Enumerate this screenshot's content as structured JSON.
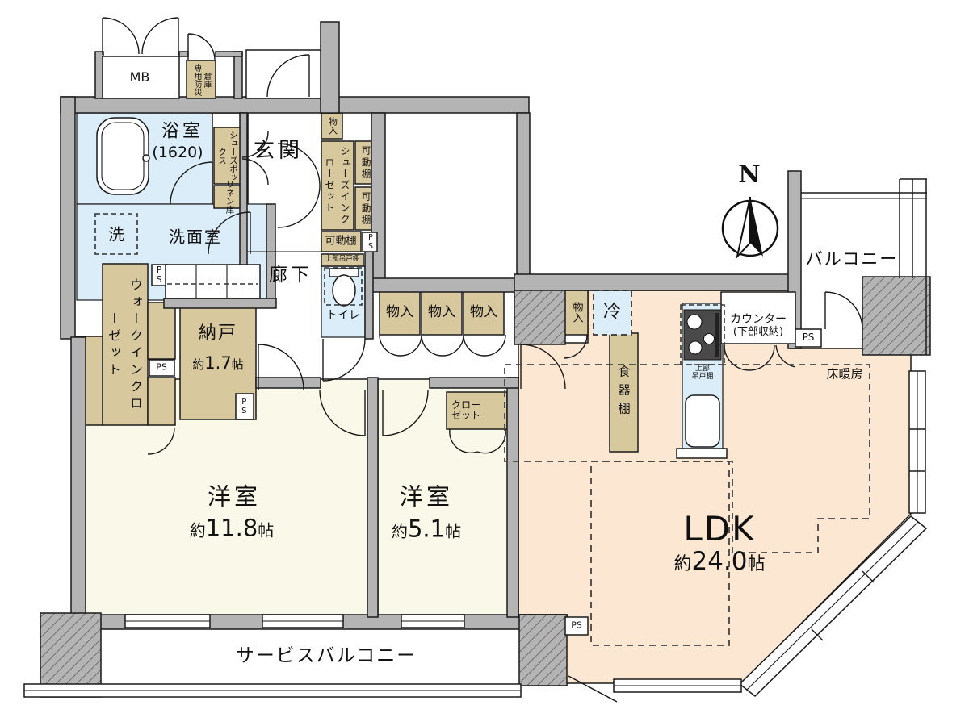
{
  "colors": {
    "wall_gray": "#b4b4b4",
    "room_cream": "#faf8e8",
    "ldk_peach": "#fce8d2",
    "water_blue": "#dbedf8",
    "storage_tan": "#d8c89e",
    "line": "#1a1a1a"
  },
  "compass": {
    "north": "N"
  },
  "rooms": {
    "bathroom": {
      "name": "浴室",
      "size": "(1620)"
    },
    "washroom": {
      "name": "洗面室"
    },
    "entrance": {
      "name": "玄関"
    },
    "hallway": {
      "name": "廊下"
    },
    "toilet": {
      "name": "トイレ"
    },
    "bedroom1": {
      "name": "洋室",
      "approx": "約",
      "area": "11.8",
      "unit": "帖"
    },
    "bedroom2": {
      "name": "洋室",
      "approx": "約",
      "area": "5.1",
      "unit": "帖"
    },
    "storage_room": {
      "name": "納戸",
      "approx": "約",
      "area": "1.7",
      "unit": "帖"
    },
    "ldk": {
      "name": "LDK",
      "approx": "約",
      "area": "24.0",
      "unit": "帖"
    },
    "balcony": {
      "name": "バルコニー"
    },
    "service_balcony": {
      "name": "サービスバルコニー"
    }
  },
  "storage": {
    "wic": "ウォークインクローゼット",
    "sic": "シューズインクローゼット",
    "closet_line1": "クロー",
    "closet_line2": "ゼット",
    "mono_iri": "物入",
    "shelf": "可動棚",
    "shoe_box": "シューズボックス",
    "linen": "リネン庫",
    "upper_cabinet": "上部吊戸棚",
    "upper_cabinet_line1": "上部",
    "upper_cabinet_line2": "吊戸棚",
    "cupboard": "食器棚",
    "disaster_store": "専用防災倉庫"
  },
  "kitchen": {
    "fridge": "冷",
    "counter_line1": "カウンター",
    "counter_line2": "(下部収納)"
  },
  "equipment": {
    "mb": "MB",
    "ps": "PS",
    "washer": "洗",
    "floor_heating": "床暖房"
  }
}
